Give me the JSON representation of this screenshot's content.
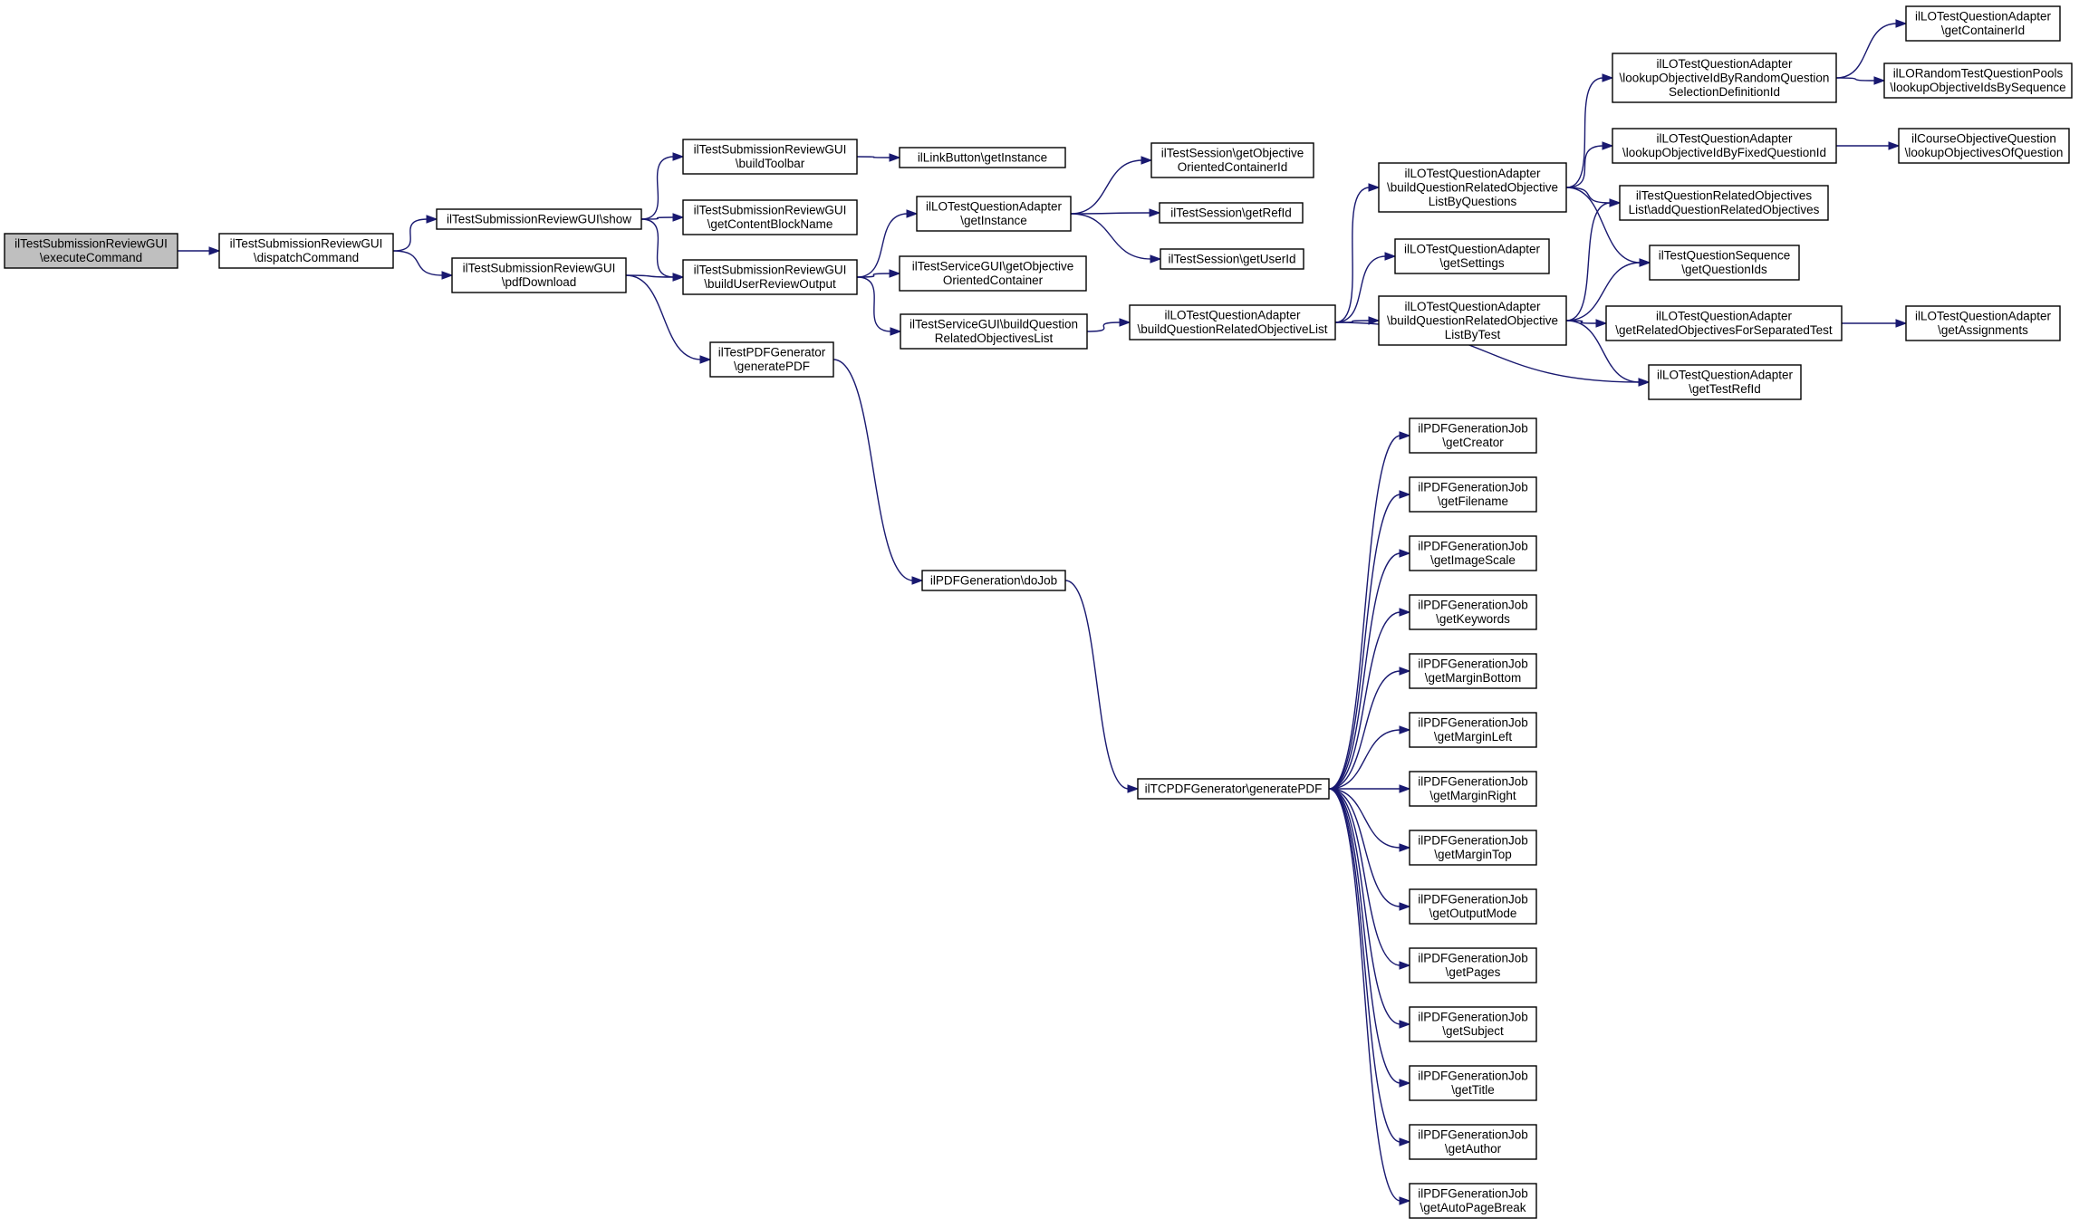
{
  "diagram": {
    "nodes": [
      {
        "id": "n_exec",
        "root": true,
        "lines": [
          "ilTestSubmissionReviewGUI",
          "\\executeCommand"
        ]
      },
      {
        "id": "n_dispatch",
        "lines": [
          "ilTestSubmissionReviewGUI",
          "\\dispatchCommand"
        ]
      },
      {
        "id": "n_show",
        "lines": [
          "ilTestSubmissionReviewGUI\\show"
        ]
      },
      {
        "id": "n_pdfdl",
        "lines": [
          "ilTestSubmissionReviewGUI",
          "\\pdfDownload"
        ]
      },
      {
        "id": "n_toolbar",
        "lines": [
          "ilTestSubmissionReviewGUI",
          "\\buildToolbar"
        ]
      },
      {
        "id": "n_cbn",
        "lines": [
          "ilTestSubmissionReviewGUI",
          "\\getContentBlockName"
        ]
      },
      {
        "id": "n_buro",
        "lines": [
          "ilTestSubmissionReviewGUI",
          "\\buildUserReviewOutput"
        ]
      },
      {
        "id": "n_tpdfgen",
        "lines": [
          "ilTestPDFGenerator",
          "\\generatePDF"
        ]
      },
      {
        "id": "n_linkbtn",
        "lines": [
          "ilLinkButton\\getInstance"
        ]
      },
      {
        "id": "n_lotqa_gi",
        "lines": [
          "ilLOTestQuestionAdapter",
          "\\getInstance"
        ]
      },
      {
        "id": "n_tsg_ooc",
        "lines": [
          "ilTestServiceGUI\\getObjective",
          "OrientedContainer"
        ]
      },
      {
        "id": "n_tsg_bqrol",
        "lines": [
          "ilTestServiceGUI\\buildQuestion",
          "RelatedObjectivesList"
        ]
      },
      {
        "id": "n_pdfgen_dojob",
        "lines": [
          "ilPDFGeneration\\doJob"
        ]
      },
      {
        "id": "n_ts_gooc",
        "lines": [
          "ilTestSession\\getObjective",
          "OrientedContainerId"
        ]
      },
      {
        "id": "n_ts_refid",
        "lines": [
          "ilTestSession\\getRefId"
        ]
      },
      {
        "id": "n_ts_userid",
        "lines": [
          "ilTestSession\\getUserId"
        ]
      },
      {
        "id": "n_lotqa_bqrol",
        "lines": [
          "ilLOTestQuestionAdapter",
          "\\buildQuestionRelatedObjectiveList"
        ]
      },
      {
        "id": "n_lotqa_bqrolbq",
        "lines": [
          "ilLOTestQuestionAdapter",
          "\\buildQuestionRelatedObjective",
          "ListByQuestions"
        ]
      },
      {
        "id": "n_lotqa_settings",
        "lines": [
          "ilLOTestQuestionAdapter",
          "\\getSettings"
        ]
      },
      {
        "id": "n_lotqa_bqrolbt",
        "lines": [
          "ilLOTestQuestionAdapter",
          "\\buildQuestionRelatedObjective",
          "ListByTest"
        ]
      },
      {
        "id": "n_lotqa_lookup_rand",
        "lines": [
          "ilLOTestQuestionAdapter",
          "\\lookupObjectiveIdByRandomQuestion",
          "SelectionDefinitionId"
        ]
      },
      {
        "id": "n_lotqa_lookup_fixed",
        "lines": [
          "ilLOTestQuestionAdapter",
          "\\lookupObjectiveIdByFixedQuestionId"
        ]
      },
      {
        "id": "n_tqro_add",
        "lines": [
          "ilTestQuestionRelatedObjectives",
          "List\\addQuestionRelatedObjectives"
        ]
      },
      {
        "id": "n_tqs_qids",
        "lines": [
          "ilTestQuestionSequence",
          "\\getQuestionIds"
        ]
      },
      {
        "id": "n_lotqa_grofst",
        "lines": [
          "ilLOTestQuestionAdapter",
          "\\getRelatedObjectivesForSeparatedTest"
        ]
      },
      {
        "id": "n_lotqa_trefid",
        "lines": [
          "ilLOTestQuestionAdapter",
          "\\getTestRefId"
        ]
      },
      {
        "id": "n_lotqa_cid",
        "lines": [
          "ilLOTestQuestionAdapter",
          "\\getContainerId"
        ]
      },
      {
        "id": "n_lortqp",
        "lines": [
          "ilLORandomTestQuestionPools",
          "\\lookupObjectiveIdsBySequence"
        ]
      },
      {
        "id": "n_coq",
        "lines": [
          "ilCourseObjectiveQuestion",
          "\\lookupObjectivesOfQuestion"
        ]
      },
      {
        "id": "n_lotqa_assign",
        "lines": [
          "ilLOTestQuestionAdapter",
          "\\getAssignments"
        ]
      },
      {
        "id": "n_tcpdf",
        "lines": [
          "ilTCPDFGenerator\\generatePDF"
        ]
      },
      {
        "id": "n_j_creator",
        "lines": [
          "ilPDFGenerationJob",
          "\\getCreator"
        ]
      },
      {
        "id": "n_j_filename",
        "lines": [
          "ilPDFGenerationJob",
          "\\getFilename"
        ]
      },
      {
        "id": "n_j_imgscale",
        "lines": [
          "ilPDFGenerationJob",
          "\\getImageScale"
        ]
      },
      {
        "id": "n_j_keywords",
        "lines": [
          "ilPDFGenerationJob",
          "\\getKeywords"
        ]
      },
      {
        "id": "n_j_mbottom",
        "lines": [
          "ilPDFGenerationJob",
          "\\getMarginBottom"
        ]
      },
      {
        "id": "n_j_mleft",
        "lines": [
          "ilPDFGenerationJob",
          "\\getMarginLeft"
        ]
      },
      {
        "id": "n_j_mright",
        "lines": [
          "ilPDFGenerationJob",
          "\\getMarginRight"
        ]
      },
      {
        "id": "n_j_mtop",
        "lines": [
          "ilPDFGenerationJob",
          "\\getMarginTop"
        ]
      },
      {
        "id": "n_j_outmode",
        "lines": [
          "ilPDFGenerationJob",
          "\\getOutputMode"
        ]
      },
      {
        "id": "n_j_pages",
        "lines": [
          "ilPDFGenerationJob",
          "\\getPages"
        ]
      },
      {
        "id": "n_j_subject",
        "lines": [
          "ilPDFGenerationJob",
          "\\getSubject"
        ]
      },
      {
        "id": "n_j_title",
        "lines": [
          "ilPDFGenerationJob",
          "\\getTitle"
        ]
      },
      {
        "id": "n_j_author",
        "lines": [
          "ilPDFGenerationJob",
          "\\getAuthor"
        ]
      },
      {
        "id": "n_j_autopb",
        "lines": [
          "ilPDFGenerationJob",
          "\\getAutoPageBreak"
        ]
      }
    ],
    "edges": [
      {
        "from": "n_exec",
        "to": "n_dispatch"
      },
      {
        "from": "n_dispatch",
        "to": "n_show"
      },
      {
        "from": "n_dispatch",
        "to": "n_pdfdl"
      },
      {
        "from": "n_show",
        "to": "n_toolbar"
      },
      {
        "from": "n_show",
        "to": "n_cbn"
      },
      {
        "from": "n_show",
        "to": "n_buro"
      },
      {
        "from": "n_pdfdl",
        "to": "n_buro"
      },
      {
        "from": "n_pdfdl",
        "to": "n_tpdfgen"
      },
      {
        "from": "n_toolbar",
        "to": "n_linkbtn"
      },
      {
        "from": "n_buro",
        "to": "n_lotqa_gi"
      },
      {
        "from": "n_buro",
        "to": "n_tsg_ooc"
      },
      {
        "from": "n_buro",
        "to": "n_tsg_bqrol"
      },
      {
        "from": "n_tpdfgen",
        "to": "n_pdfgen_dojob"
      },
      {
        "from": "n_lotqa_gi",
        "to": "n_ts_gooc"
      },
      {
        "from": "n_lotqa_gi",
        "to": "n_ts_refid"
      },
      {
        "from": "n_lotqa_gi",
        "to": "n_ts_userid"
      },
      {
        "from": "n_tsg_bqrol",
        "to": "n_lotqa_bqrol"
      },
      {
        "from": "n_pdfgen_dojob",
        "to": "n_tcpdf"
      },
      {
        "from": "n_lotqa_bqrol",
        "to": "n_lotqa_bqrolbq"
      },
      {
        "from": "n_lotqa_bqrol",
        "to": "n_lotqa_settings"
      },
      {
        "from": "n_lotqa_bqrol",
        "to": "n_lotqa_bqrolbt"
      },
      {
        "from": "n_lotqa_bqrol",
        "to": "n_lotqa_trefid"
      },
      {
        "from": "n_lotqa_bqrolbq",
        "to": "n_lotqa_lookup_rand"
      },
      {
        "from": "n_lotqa_bqrolbq",
        "to": "n_lotqa_lookup_fixed"
      },
      {
        "from": "n_lotqa_bqrolbq",
        "to": "n_tqro_add"
      },
      {
        "from": "n_lotqa_bqrolbq",
        "to": "n_tqs_qids"
      },
      {
        "from": "n_lotqa_bqrolbt",
        "to": "n_tqro_add"
      },
      {
        "from": "n_lotqa_bqrolbt",
        "to": "n_tqs_qids"
      },
      {
        "from": "n_lotqa_bqrolbt",
        "to": "n_lotqa_grofst"
      },
      {
        "from": "n_lotqa_bqrolbt",
        "to": "n_lotqa_trefid"
      },
      {
        "from": "n_lotqa_lookup_rand",
        "to": "n_lotqa_cid"
      },
      {
        "from": "n_lotqa_lookup_rand",
        "to": "n_lortqp"
      },
      {
        "from": "n_lotqa_lookup_fixed",
        "to": "n_coq"
      },
      {
        "from": "n_lotqa_grofst",
        "to": "n_lotqa_assign"
      },
      {
        "from": "n_tcpdf",
        "to": "n_j_creator"
      },
      {
        "from": "n_tcpdf",
        "to": "n_j_filename"
      },
      {
        "from": "n_tcpdf",
        "to": "n_j_imgscale"
      },
      {
        "from": "n_tcpdf",
        "to": "n_j_keywords"
      },
      {
        "from": "n_tcpdf",
        "to": "n_j_mbottom"
      },
      {
        "from": "n_tcpdf",
        "to": "n_j_mleft"
      },
      {
        "from": "n_tcpdf",
        "to": "n_j_mright"
      },
      {
        "from": "n_tcpdf",
        "to": "n_j_mtop"
      },
      {
        "from": "n_tcpdf",
        "to": "n_j_outmode"
      },
      {
        "from": "n_tcpdf",
        "to": "n_j_pages"
      },
      {
        "from": "n_tcpdf",
        "to": "n_j_subject"
      },
      {
        "from": "n_tcpdf",
        "to": "n_j_title"
      },
      {
        "from": "n_tcpdf",
        "to": "n_j_author"
      },
      {
        "from": "n_tcpdf",
        "to": "n_j_autopb"
      }
    ]
  }
}
